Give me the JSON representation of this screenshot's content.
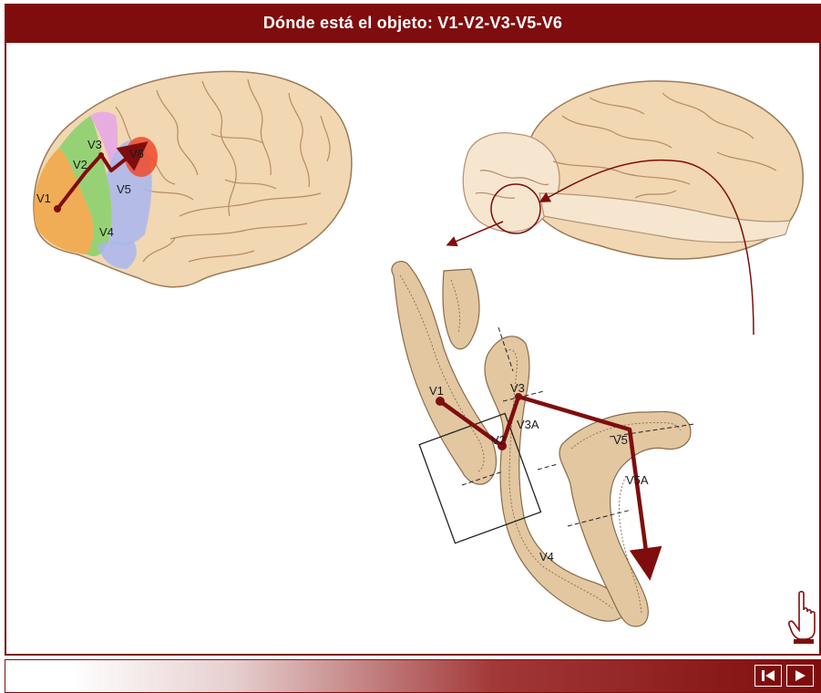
{
  "title": "Dónde está el objeto: V1-V2-V3-V5-V6",
  "brain_left": {
    "labels": [
      "V1",
      "V2",
      "V3",
      "V5",
      "V6",
      "V4"
    ]
  },
  "section": {
    "labels": [
      "V1",
      "V2",
      "V3",
      "V3A",
      "V5",
      "V5A",
      "V4"
    ]
  },
  "icons": {
    "pointer": "hand-pointer-icon",
    "first": "skip-to-start-icon",
    "play": "play-icon"
  },
  "colors": {
    "accent": "#7f0d0d",
    "brain": "#f1d7b2",
    "brain_outline": "#9b7a58",
    "v1_area": "#f0a94a",
    "v2_area": "#8cd16e",
    "v3_area": "#e6a8e6",
    "v5_area": "#a9b6ef",
    "v6_area": "#f04a2a"
  }
}
